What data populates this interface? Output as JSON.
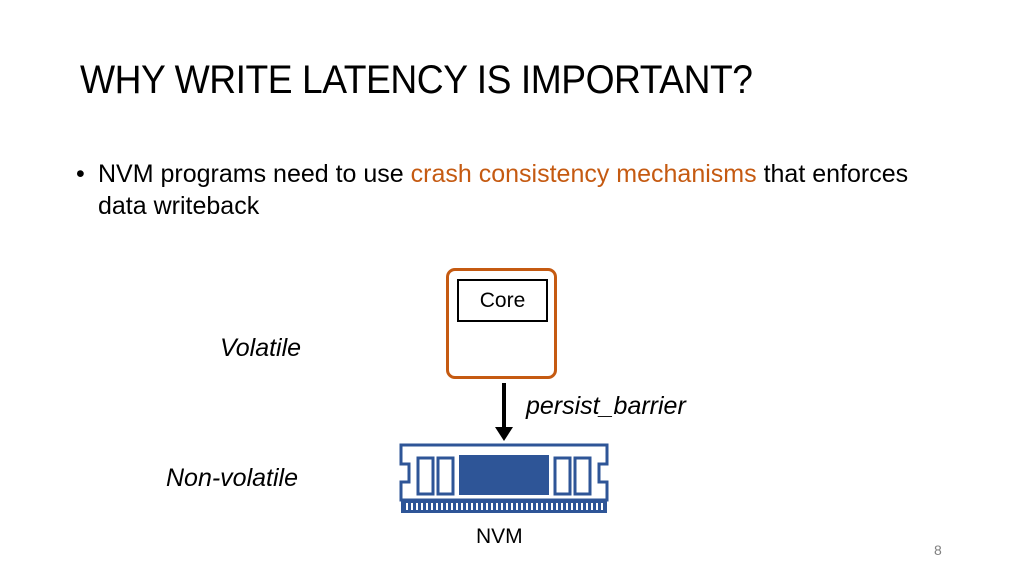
{
  "slide": {
    "title": "WHY WRITE LATENCY IS IMPORTANT?",
    "bullet": {
      "marker": "•",
      "text_before": "NVM programs need to use ",
      "highlight": "crash consistency mechanisms",
      "text_after": " that enforces data writeback",
      "highlight_color": "#c55a11"
    },
    "page_number": "8"
  },
  "diagram": {
    "core_label": "Core",
    "volatile_label": "Volatile",
    "non_volatile_label": "Non-volatile",
    "barrier_label": "persist_barrier",
    "nvm_label": "NVM",
    "cpu_border_color": "#c55a11",
    "chip_color": "#2e5597"
  }
}
